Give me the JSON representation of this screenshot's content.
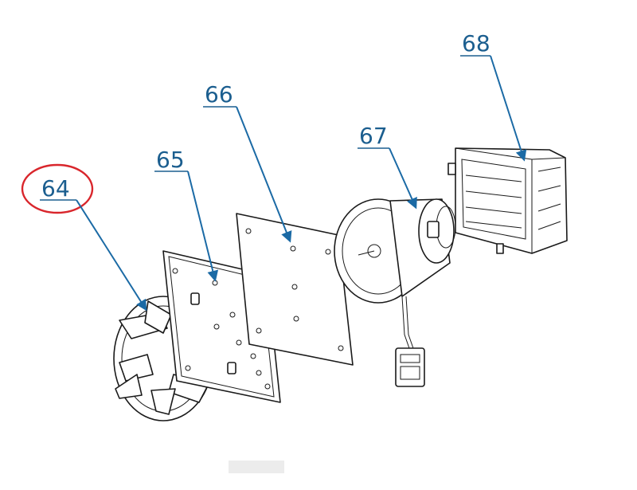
{
  "diagram": {
    "callouts": [
      {
        "id": "64",
        "label": "64",
        "highlighted": true
      },
      {
        "id": "65",
        "label": "65",
        "highlighted": false
      },
      {
        "id": "66",
        "label": "66",
        "highlighted": false
      },
      {
        "id": "67",
        "label": "67",
        "highlighted": false
      },
      {
        "id": "68",
        "label": "68",
        "highlighted": false
      }
    ],
    "colors": {
      "label": "#1b5e8f",
      "leader": "#1b6aa5",
      "highlight_ring": "#d9262c",
      "line_art": "#1a1a1a"
    }
  }
}
